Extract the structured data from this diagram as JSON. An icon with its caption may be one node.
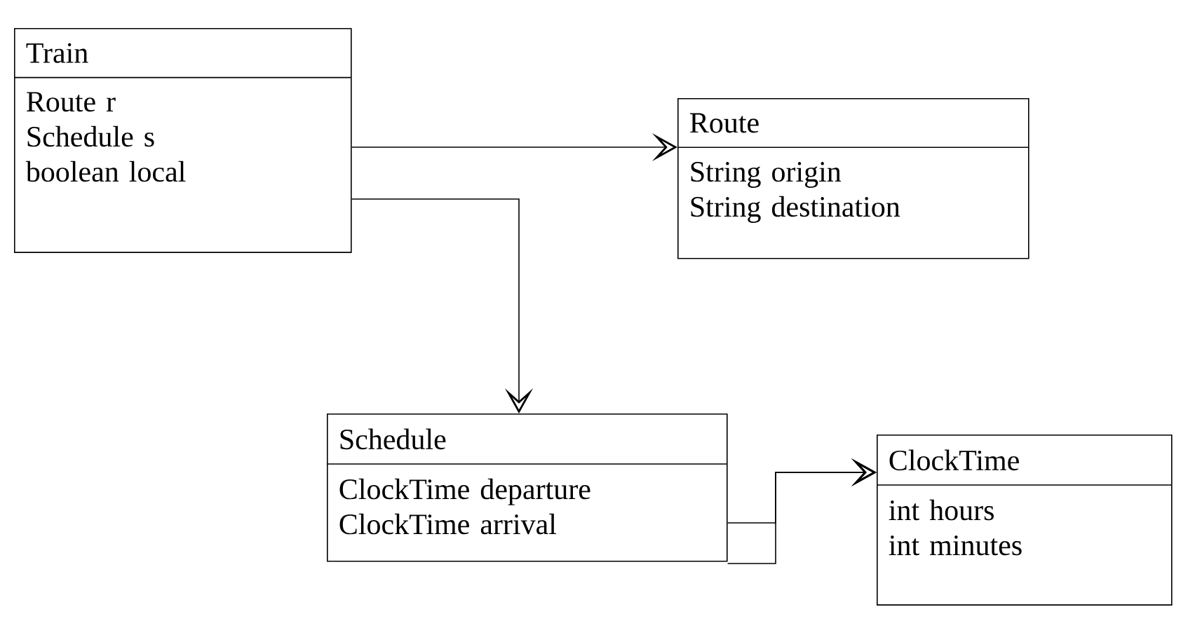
{
  "diagram": {
    "nodes": [
      {
        "text": [
          "Train",
          "Route r",
          "Schedule s",
          "boolean local"
        ]
      },
      {
        "text": [
          "Route",
          "String origin",
          "String destination"
        ]
      },
      {
        "text": [
          "Schedule",
          "ClockTime departure",
          "ClockTime arrival"
        ]
      },
      {
        "text": [
          "ClockTime",
          "int hours",
          "int minutes"
        ]
      }
    ],
    "edges": [
      {
        "from": 0,
        "to": 1,
        "arrow": "to"
      },
      {
        "from": 0,
        "to": 2,
        "arrow": "to"
      },
      {
        "from": 2,
        "to": 3,
        "arrow": "to"
      },
      {
        "from": 2,
        "to": 3,
        "arrow": "to"
      }
    ]
  }
}
